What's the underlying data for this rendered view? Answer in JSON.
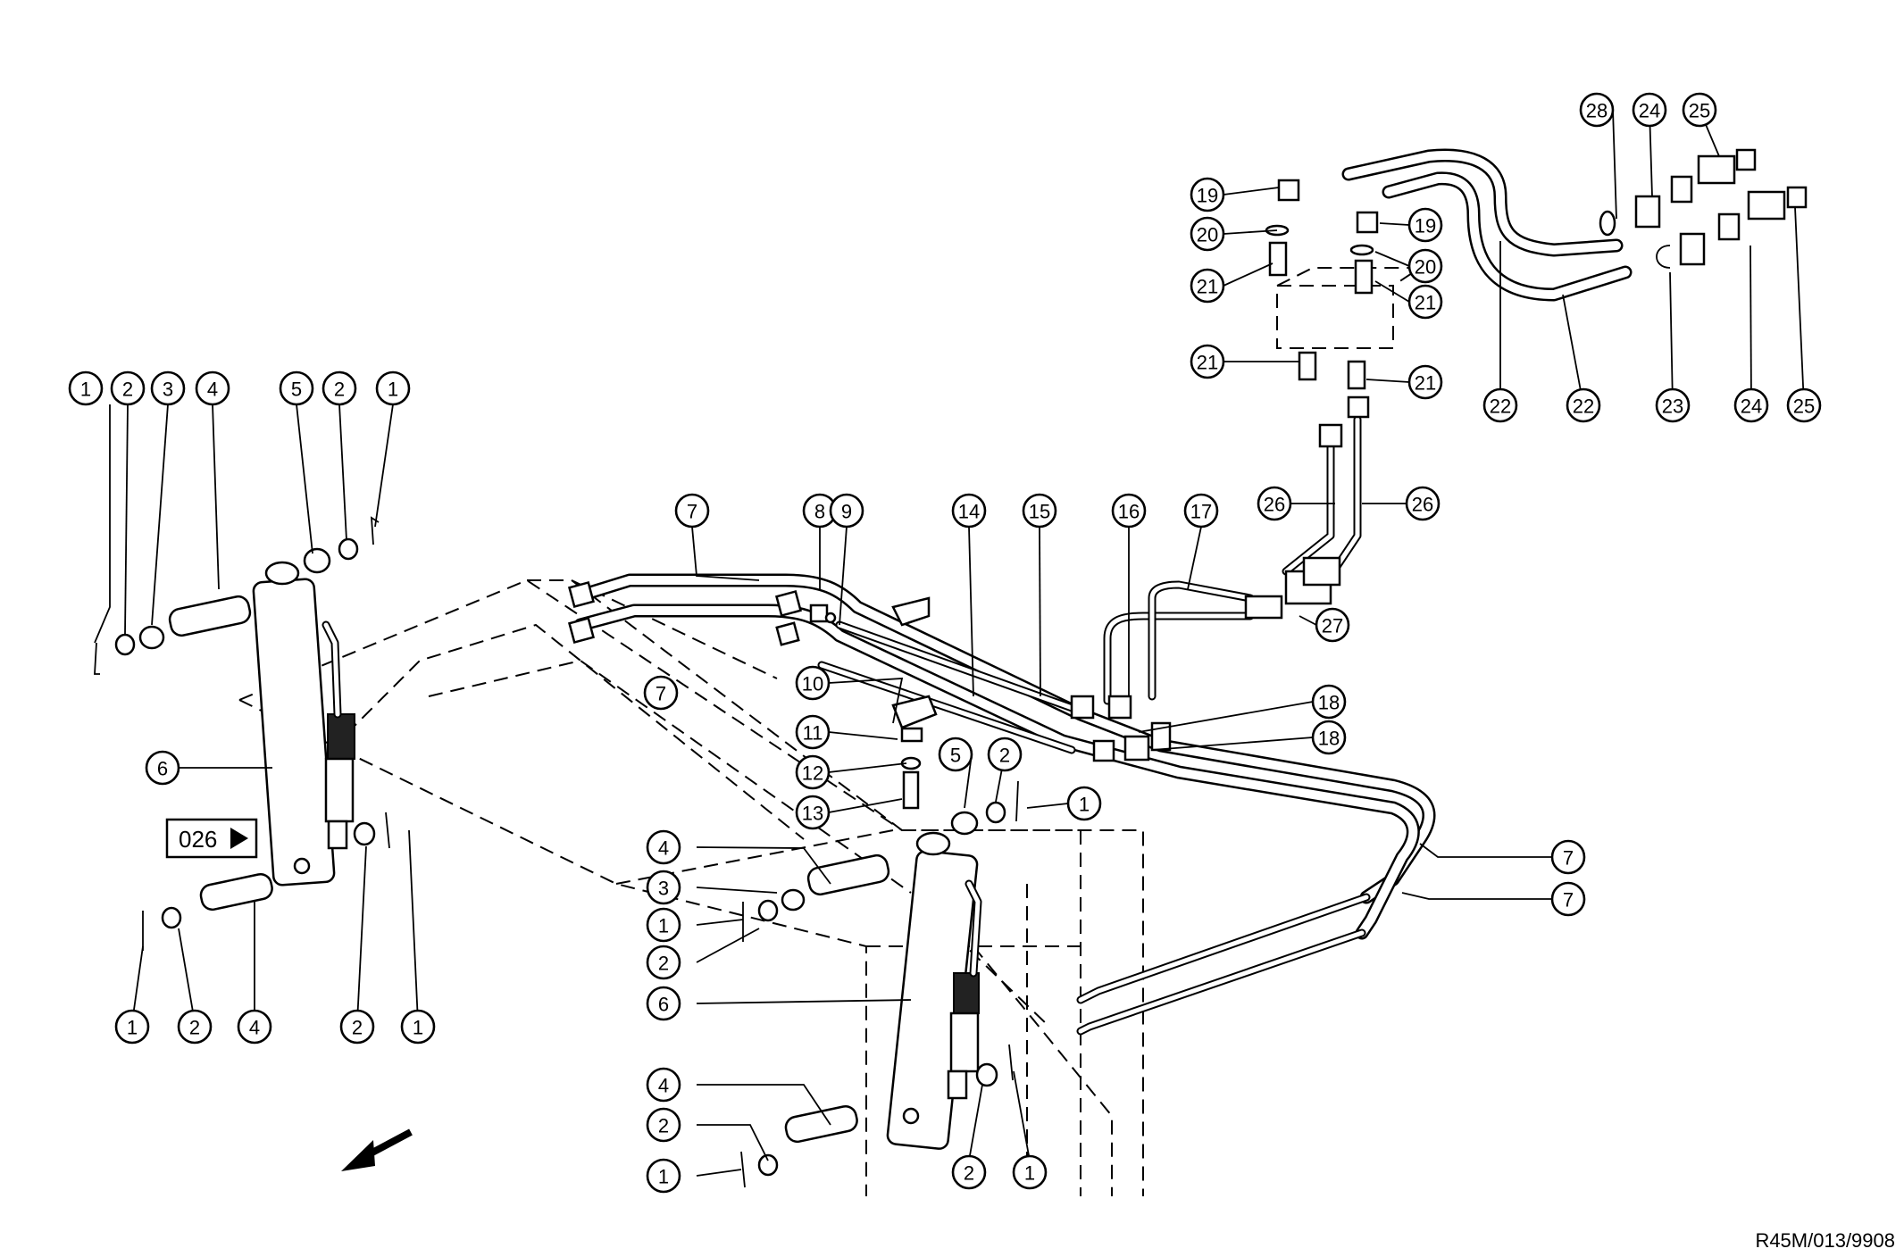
{
  "drawing_id": "R45M/013/9908",
  "reference": {
    "label": "026",
    "arrow_icon": "triangle-right-icon"
  },
  "orientation_icon": "front-arrow-icon",
  "callouts": [
    "1",
    "2",
    "3",
    "4",
    "5",
    "2",
    "1",
    "7",
    "8",
    "9",
    "14",
    "15",
    "16",
    "17",
    "26",
    "26",
    "27",
    "19",
    "20",
    "21",
    "21",
    "19",
    "20",
    "21",
    "21",
    "28",
    "24",
    "25",
    "22",
    "22",
    "23",
    "24",
    "25",
    "10",
    "7",
    "11",
    "12",
    "13",
    "5",
    "2",
    "1",
    "6",
    "18",
    "18",
    "4",
    "3",
    "1",
    "2",
    "6",
    "7",
    "7",
    "1",
    "2",
    "4",
    "2",
    "1",
    "4",
    "2",
    "1",
    "2",
    "1"
  ]
}
